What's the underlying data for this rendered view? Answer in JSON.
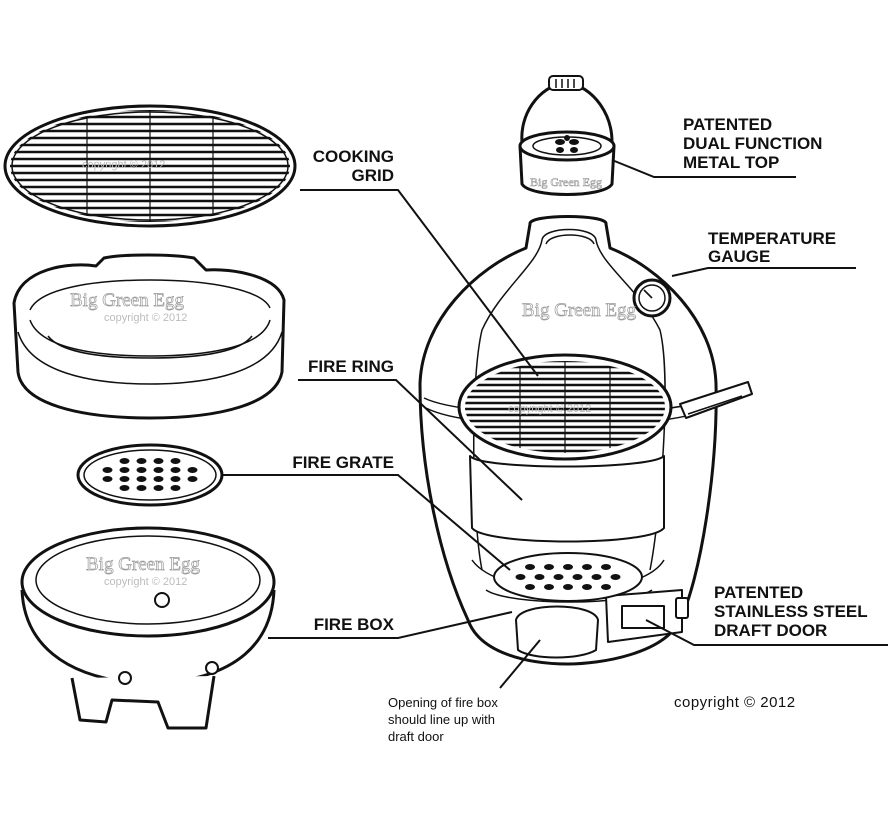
{
  "labels": {
    "cooking_grid": [
      "COOKING",
      "GRID"
    ],
    "metal_top": [
      "PATENTED",
      "DUAL FUNCTION",
      "METAL TOP"
    ],
    "temperature_gauge": [
      "TEMPERATURE",
      "GAUGE"
    ],
    "fire_ring": "FIRE RING",
    "fire_grate": "FIRE GRATE",
    "fire_box": "FIRE BOX",
    "draft_door": [
      "PATENTED",
      "STAINLESS STEEL",
      "DRAFT DOOR"
    ]
  },
  "note": [
    "Opening of fire box",
    "should line up with",
    "draft door"
  ],
  "copyright": "copyright ©  2012",
  "watermark_brand": "Big Green Egg",
  "watermark_copyright": "copyright © 2012",
  "watermark_grid": "copyright © 2012"
}
